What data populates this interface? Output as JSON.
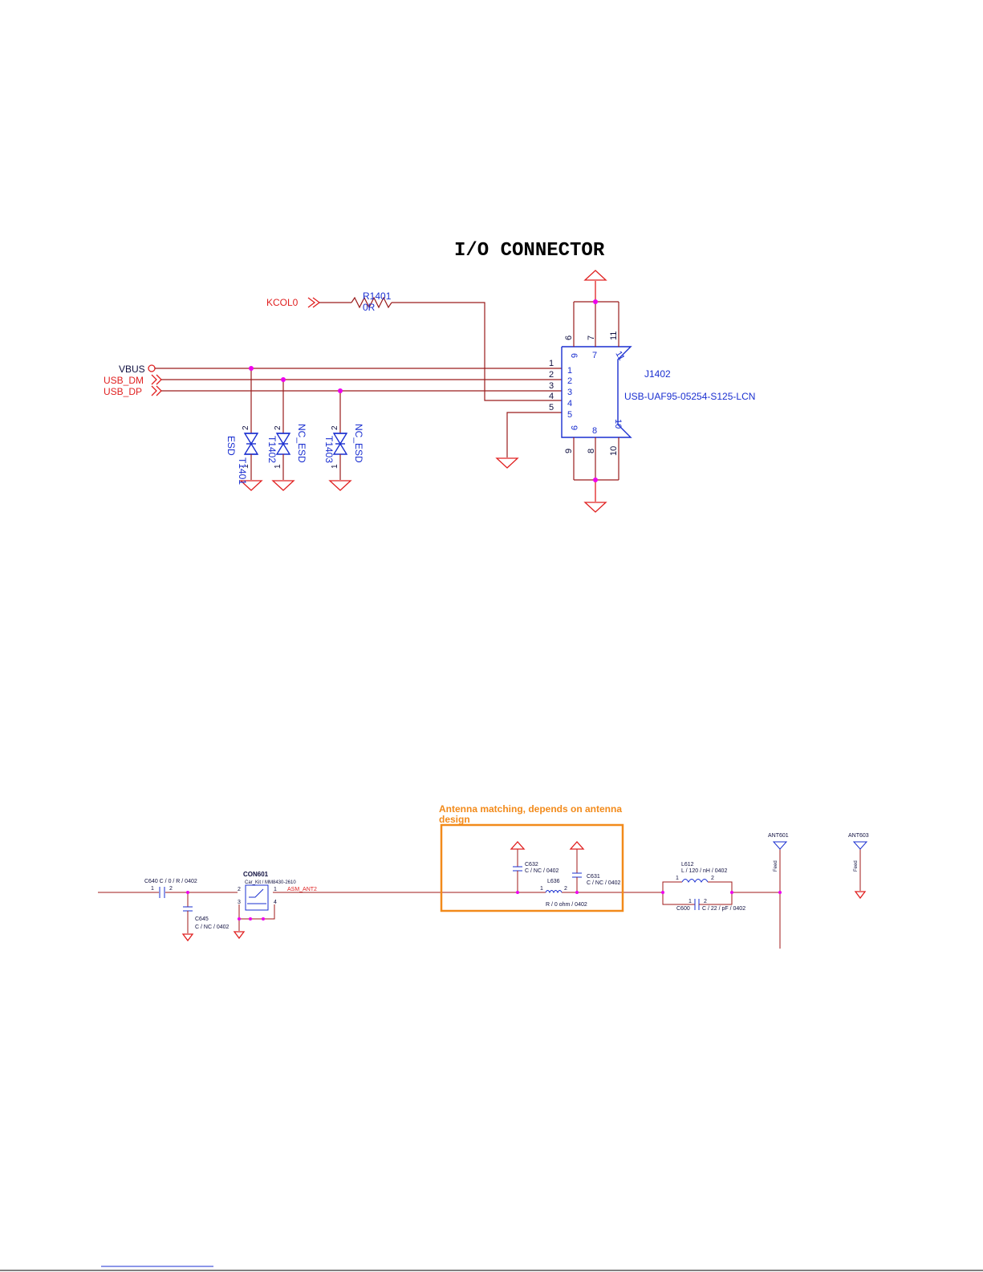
{
  "title": "I/O CONNECTOR",
  "colors": {
    "net": "#9a1c1c",
    "ground": "#e02020",
    "component": "#1a2fd0",
    "junction": "#ee00ee",
    "note": "#f28a1a"
  },
  "io": {
    "nets": {
      "kcol0": "KCOL0",
      "vbus": "VBUS",
      "usb_dm": "USB_DM",
      "usb_dp": "USB_DP"
    },
    "resistor": {
      "ref": "R1401",
      "value": "0R"
    },
    "connector": {
      "ref": "J1402",
      "part": "USB-UAF95-05254-S125-LCN",
      "pins_left": [
        "1",
        "2",
        "3",
        "4",
        "5"
      ],
      "pins_inner": [
        "1",
        "2",
        "3",
        "4",
        "5"
      ],
      "pins_top": [
        "6",
        "7",
        "11"
      ],
      "pins_top_inner": [
        "6",
        "7",
        "11"
      ],
      "pins_bottom": [
        "9",
        "8",
        "10"
      ],
      "pins_bottom_inner": [
        "9",
        "8",
        "10"
      ]
    },
    "esd": [
      {
        "ref": "T1401",
        "value": "ESD",
        "pin_top": "2",
        "pin_bot": "1"
      },
      {
        "ref": "T1402",
        "value": "NC_ESD",
        "pin_top": "2",
        "pin_bot": "1"
      },
      {
        "ref": "T1403",
        "value": "NC_ESD",
        "pin_top": "2",
        "pin_bot": "1"
      }
    ]
  },
  "rf": {
    "note": [
      "Antenna matching, depends on antenna",
      "design"
    ],
    "c640": "C640  C / 0 / R / 0402",
    "c640_pins": [
      "1",
      "2"
    ],
    "c645": [
      "C645",
      "C / NC / 0402"
    ],
    "con601": {
      "ref": "CON601",
      "part": "Car_Kit / MM8430-2610",
      "pins": [
        "2",
        "1",
        "3",
        "4"
      ]
    },
    "net_asm": "ASM_ANT2",
    "c632": [
      "C632",
      "C / NC / 0402"
    ],
    "c631": [
      "C631",
      "C / NC / 0402"
    ],
    "l636": {
      "ref": "L636",
      "pins": [
        "1",
        "2"
      ],
      "value": "R / 0 ohm / 0402"
    },
    "l612": {
      "ref": "L612",
      "value": "L / 120 / nH / 0402",
      "pins": [
        "1",
        "2"
      ]
    },
    "c600": {
      "ref": "C600",
      "value": "C / 22 / pF / 0402",
      "pins": [
        "1",
        "2"
      ]
    },
    "ant601": {
      "ref": "ANT601",
      "label": "Feed"
    },
    "ant603": {
      "ref": "ANT603",
      "label": "Feed"
    }
  }
}
